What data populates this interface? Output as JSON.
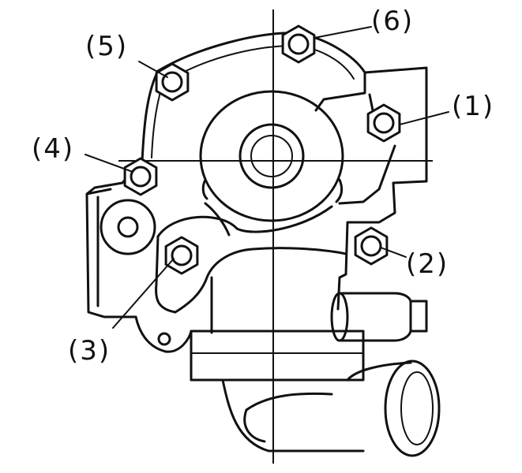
{
  "callouts": [
    {
      "id": "1",
      "label": "(1)"
    },
    {
      "id": "2",
      "label": "(2)"
    },
    {
      "id": "3",
      "label": "(3)"
    },
    {
      "id": "4",
      "label": "(4)"
    },
    {
      "id": "5",
      "label": "(5)"
    },
    {
      "id": "6",
      "label": "(6)"
    }
  ],
  "colors": {
    "ink": "#111111",
    "paper": "#ffffff"
  }
}
